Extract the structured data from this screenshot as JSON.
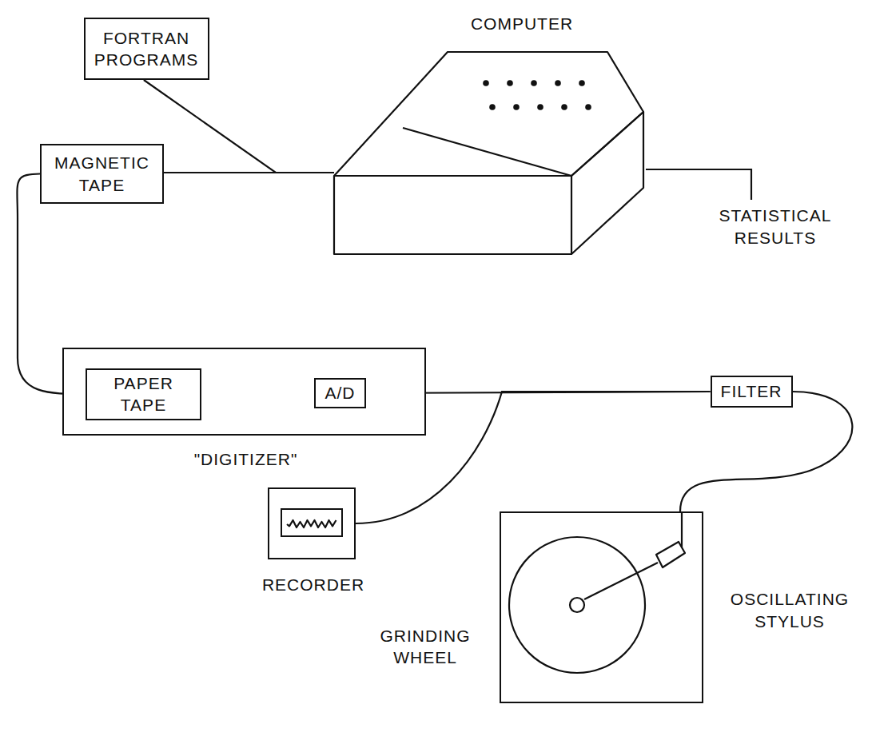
{
  "diagram": {
    "nodes": [
      {
        "text": [
          "FORTRAN PROGRAMS"
        ]
      },
      {
        "text": [
          "COMPUTER"
        ]
      },
      {
        "text": [
          "MAGNETIC TAPE"
        ]
      },
      {
        "text": [
          "\"DIGITIZER\""
        ]
      },
      {
        "text": [
          "PAPER TAPE"
        ],
        "in": 3
      },
      {
        "text": [
          "A/D"
        ],
        "in": 3
      },
      {
        "text": [
          "FILTER"
        ]
      },
      {
        "text": [
          "RECORDER"
        ]
      },
      {
        "text": [
          "GRINDING WHEEL"
        ]
      }
    ],
    "edges": [
      {
        "from": 0,
        "to": 1,
        "arrow": "none"
      },
      {
        "from": 2,
        "to": 1,
        "arrow": "none"
      },
      {
        "from": 2,
        "to": 4,
        "arrow": "none"
      },
      {
        "from": 4,
        "to": 5,
        "arrow": "none"
      },
      {
        "from": 6,
        "to": 5,
        "arrow": "none"
      },
      {
        "from": 6,
        "to": 7,
        "arrow": "none"
      },
      {
        "from": 6,
        "to": 8,
        "arrow": "none"
      }
    ],
    "labels": [
      "STATISTICAL RESULTS",
      "OSCILLATING STYLUS"
    ]
  }
}
